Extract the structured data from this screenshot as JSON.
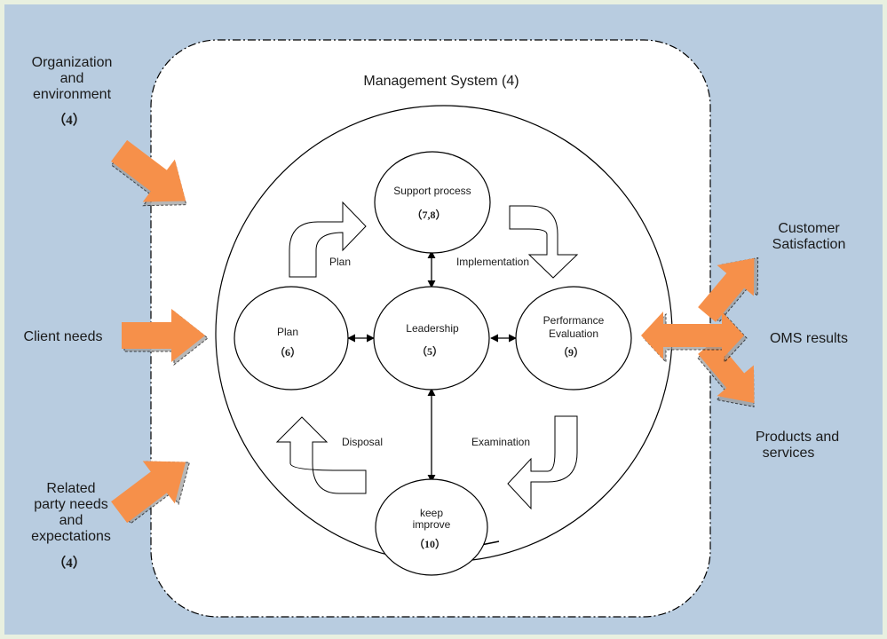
{
  "colors": {
    "background": "#b8cce0",
    "frame": "#e8f0e0",
    "panel": "#ffffff",
    "arrow_fill": "#f6904a",
    "line": "#000000"
  },
  "title": "Management System (4)",
  "left_inputs": {
    "organization": {
      "line1": "Organization",
      "line2": "and",
      "line3": "environment",
      "ref": "（4）"
    },
    "client": {
      "label": "Client needs"
    },
    "related": {
      "line1": "Related",
      "line2": "party needs",
      "line3": "and",
      "line4": "expectations",
      "ref": "（4）"
    }
  },
  "nodes": {
    "support": {
      "label": "Support process",
      "ref": "（7,8）"
    },
    "plan": {
      "label": "Plan",
      "ref": "（6）"
    },
    "leadership": {
      "label": "Leadership",
      "ref": "（5）"
    },
    "performance": {
      "line1": "Performance",
      "line2": "Evaluation",
      "ref": "（9）"
    },
    "improve": {
      "line1": "keep",
      "line2": "improve",
      "ref": "（10）"
    }
  },
  "flows": {
    "plan": "Plan",
    "implementation": "Implementation",
    "examination": "Examination",
    "disposal": "Disposal"
  },
  "outputs": {
    "customer": {
      "line1": "Customer",
      "line2": "Satisfaction"
    },
    "oms": {
      "label": "OMS results"
    },
    "products": {
      "line1": "Products and",
      "line2": "services"
    }
  }
}
